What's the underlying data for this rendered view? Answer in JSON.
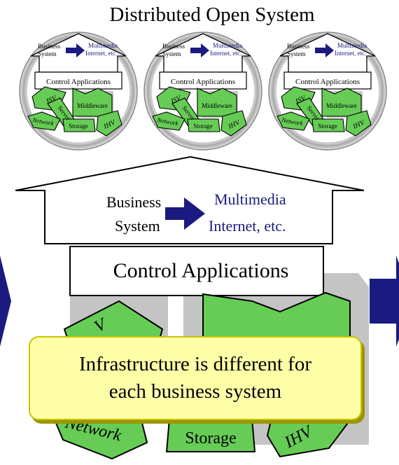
{
  "title": "Distributed Open System",
  "small_system": {
    "business": "Business",
    "system": "System",
    "multimedia": "Multimedia",
    "internet": "Internet, etc.",
    "control": "Control Applications",
    "isv": "ISV",
    "server": "Server",
    "middleware": "Middleware",
    "network": "Network",
    "storage": "Storage",
    "ihv": "IHV"
  },
  "large_system": {
    "business": "Business",
    "system": "System",
    "multimedia": "Multimedia",
    "internet": "Internet, etc.",
    "control": "Control Applications",
    "network": "Network",
    "storage": "Storage",
    "ihv": "IHV"
  },
  "callout": {
    "line1": "Infrastructure is different for",
    "line2": "each business system"
  },
  "colors": {
    "green": "#66cc55",
    "arrow_navy": "#1a1a80",
    "multimedia_text": "#1a1a80",
    "callout_fill": "#ffffa8"
  }
}
